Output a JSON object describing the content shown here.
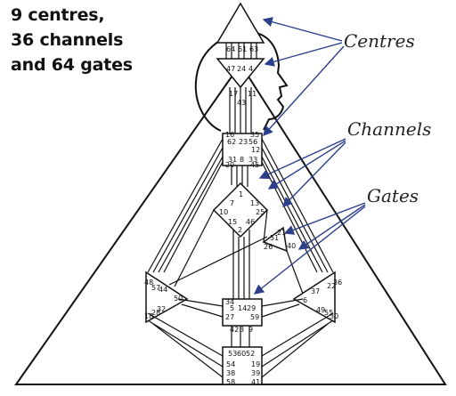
{
  "heading": {
    "lines": [
      "9 centres,",
      "36 channels",
      "and 64 gates"
    ]
  },
  "callouts": {
    "centres": "Centres",
    "channels": "Channels",
    "gates": "Gates"
  },
  "gates": {
    "head": [
      "64",
      "61",
      "63"
    ],
    "ajna": [
      "47",
      "24",
      "4"
    ],
    "ajna_lower": [
      "17",
      "11",
      "43"
    ],
    "throat_left": [
      "16",
      "62",
      "20"
    ],
    "throat_mid": [
      "23",
      "56"
    ],
    "throat_right": [
      "35",
      "12",
      "45"
    ],
    "g_top": [
      "31",
      "8",
      "33"
    ],
    "g_center": [
      "7",
      "1",
      "13"
    ],
    "g_left": [
      "10",
      "15"
    ],
    "g_right": [
      "25",
      "46",
      "2"
    ],
    "heart": [
      "21",
      "51",
      "26",
      "40"
    ],
    "spleen": [
      "48",
      "57",
      "44",
      "50",
      "32",
      "28",
      "18"
    ],
    "sacral": [
      "34",
      "5",
      "14",
      "29",
      "27",
      "59",
      "42",
      "3",
      "9"
    ],
    "solar_plexus": [
      "37",
      "36",
      "22",
      "6",
      "49",
      "55",
      "30"
    ],
    "root": [
      "53",
      "60",
      "52",
      "54",
      "19",
      "38",
      "39",
      "58",
      "41"
    ]
  },
  "colors": {
    "stroke": "#111111",
    "arrow": "#2b3f8a"
  }
}
